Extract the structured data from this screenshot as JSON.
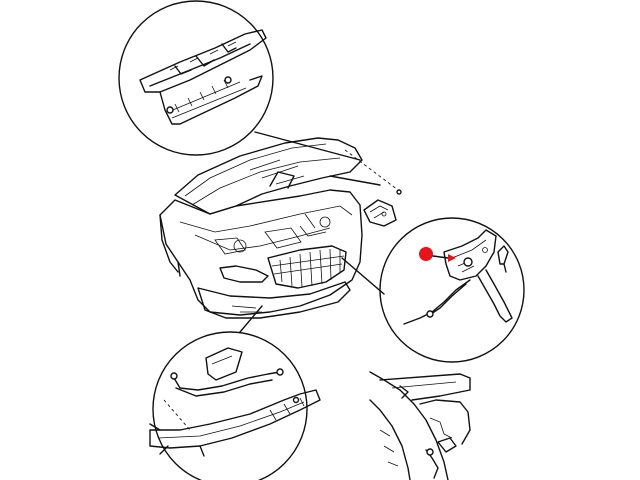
{
  "diagram": {
    "colors": {
      "line": "#111111",
      "background": "#ffffff",
      "marker": "#e8141b"
    },
    "callouts": [
      "cowl-panel-detail",
      "hood-latch-detail",
      "release-cable-detail",
      "a-pillar-cable-routing"
    ],
    "marker": {
      "shape": "filled-dot-with-arrow",
      "target": "hood-latch"
    }
  }
}
